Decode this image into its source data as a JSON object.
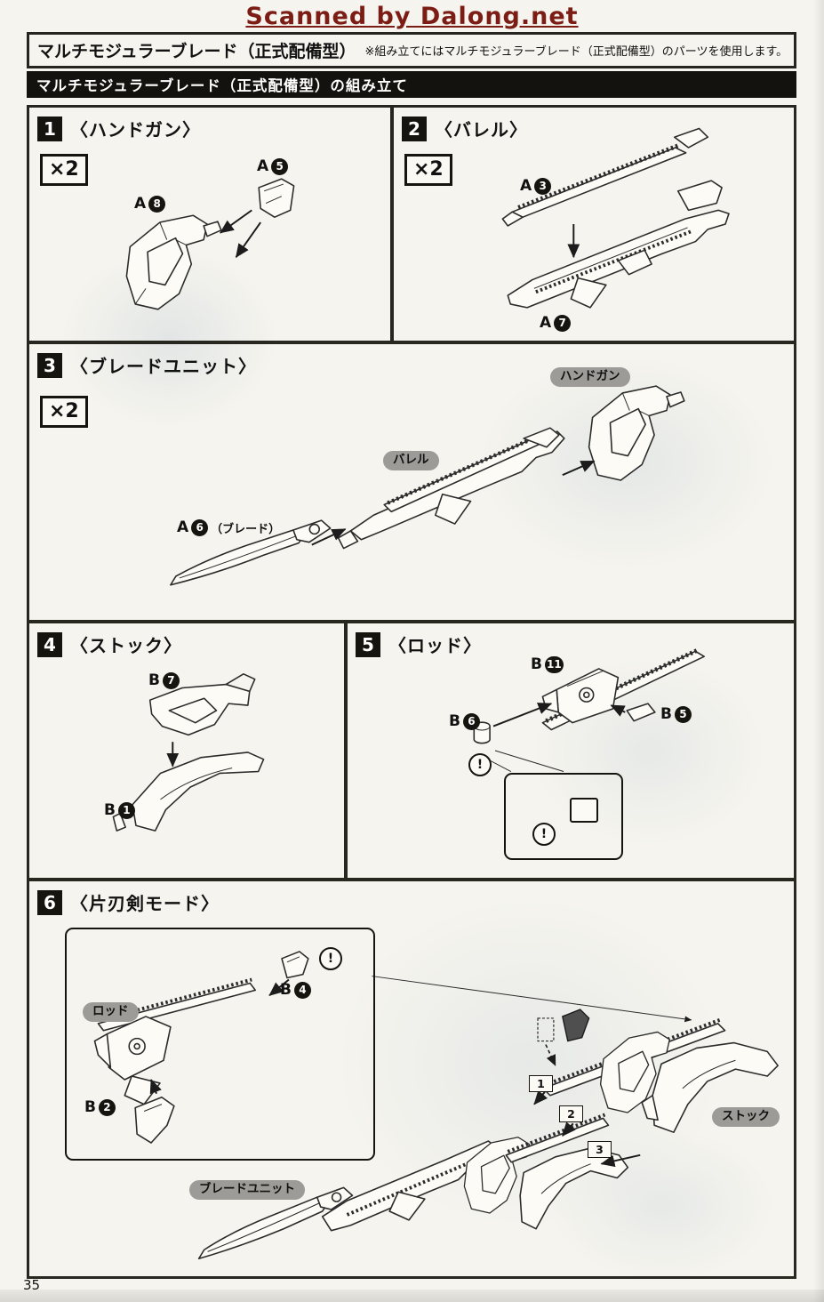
{
  "watermark": "Scanned by Dalong.net",
  "page_number": "35",
  "colors": {
    "watermark": "#7c1d15",
    "section_bar_bg": "#13120e",
    "badge_bg": "#9c9b97"
  },
  "header": {
    "title": "マルチモジュラーブレード（正式配備型）",
    "note": "※組み立てにはマルチモジュラーブレード（正式配備型）のパーツを使用します。"
  },
  "section_title": "マルチモジュラーブレード（正式配備型）の組み立て",
  "steps": {
    "s1": {
      "num": "1",
      "title": "〈ハンドガン〉",
      "multiplier": "×2",
      "parts": {
        "a8": {
          "letter": "A",
          "num": "8"
        },
        "a5": {
          "letter": "A",
          "num": "5"
        }
      }
    },
    "s2": {
      "num": "2",
      "title": "〈バレル〉",
      "multiplier": "×2",
      "parts": {
        "a3": {
          "letter": "A",
          "num": "3"
        },
        "a7": {
          "letter": "A",
          "num": "7"
        }
      }
    },
    "s3": {
      "num": "3",
      "title": "〈ブレードユニット〉",
      "multiplier": "×2",
      "badges": {
        "handgun": "ハンドガン",
        "barrel": "バレル"
      },
      "parts": {
        "a6": {
          "letter": "A",
          "num": "6",
          "suffix": "（ブレード）"
        }
      }
    },
    "s4": {
      "num": "4",
      "title": "〈ストック〉",
      "parts": {
        "b7": {
          "letter": "B",
          "num": "7"
        },
        "b1": {
          "letter": "B",
          "num": "1"
        }
      }
    },
    "s5": {
      "num": "5",
      "title": "〈ロッド〉",
      "warning": "!",
      "parts": {
        "b11": {
          "letter": "B",
          "num": "11"
        },
        "b6": {
          "letter": "B",
          "num": "6"
        },
        "b5": {
          "letter": "B",
          "num": "5"
        }
      }
    },
    "s6": {
      "num": "6",
      "title": "〈片刃剣モード〉",
      "warning": "!",
      "badges": {
        "rod": "ロッド",
        "stock": "ストック",
        "blade_unit": "ブレードユニット"
      },
      "parts": {
        "b4": {
          "letter": "B",
          "num": "4"
        },
        "b2": {
          "letter": "B",
          "num": "2"
        }
      },
      "sequence": [
        "1",
        "2",
        "3"
      ]
    }
  }
}
